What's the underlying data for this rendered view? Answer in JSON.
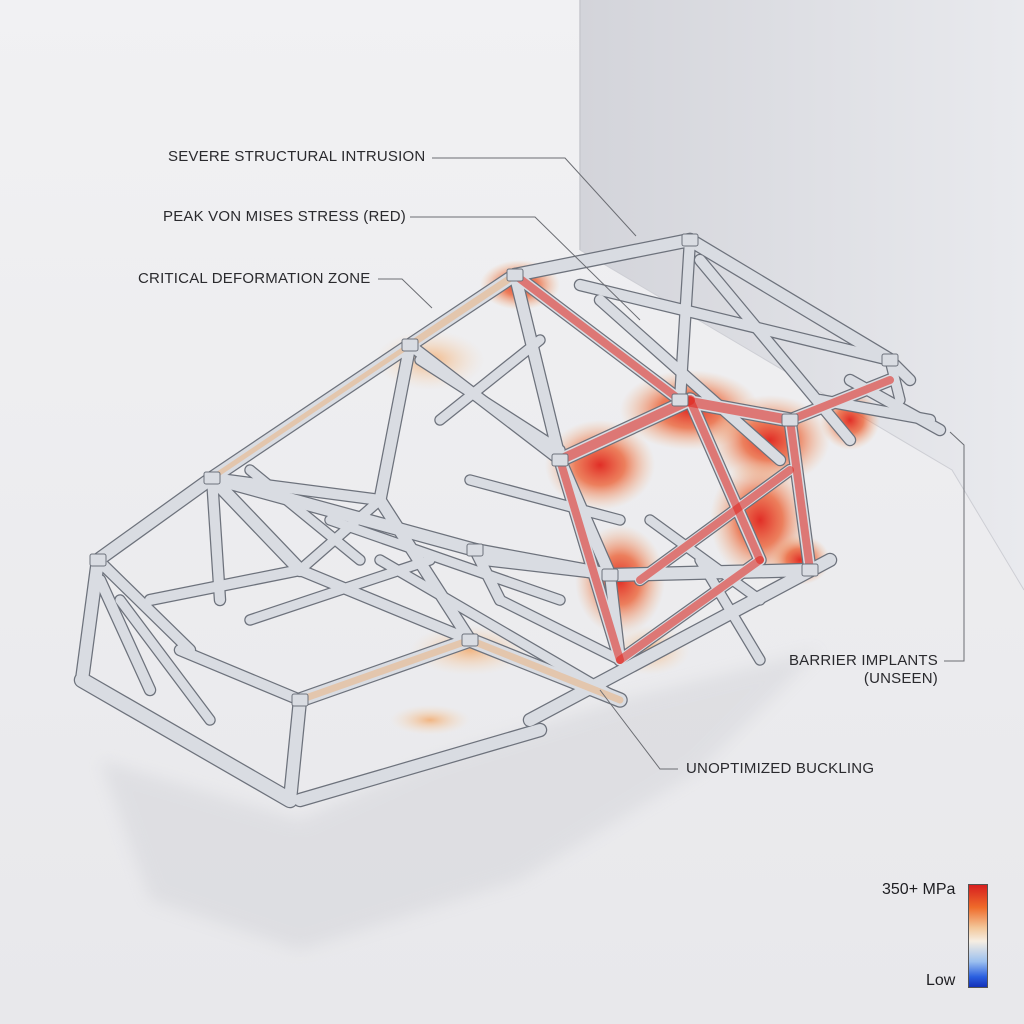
{
  "callouts": {
    "intrusion": "SEVERE STRUCTURAL INTRUSION",
    "stress": "PEAK VON MISES STRESS (RED)",
    "deformation": "CRITICAL DEFORMATION ZONE",
    "barrier_line1": "BARRIER IMPLANTS",
    "barrier_line2": "(UNSEEN)",
    "buckling": "UNOPTIMIZED BUCKLING"
  },
  "legend": {
    "max_label": "350+ MPa",
    "min_label": "Low"
  },
  "colors": {
    "frame_tube": "#d9dce2",
    "frame_edge": "#6d727c",
    "stress_high": "#e0241c",
    "stress_mid": "#f2a65e",
    "background": "#efeff1",
    "wall": "#dcdde2"
  }
}
